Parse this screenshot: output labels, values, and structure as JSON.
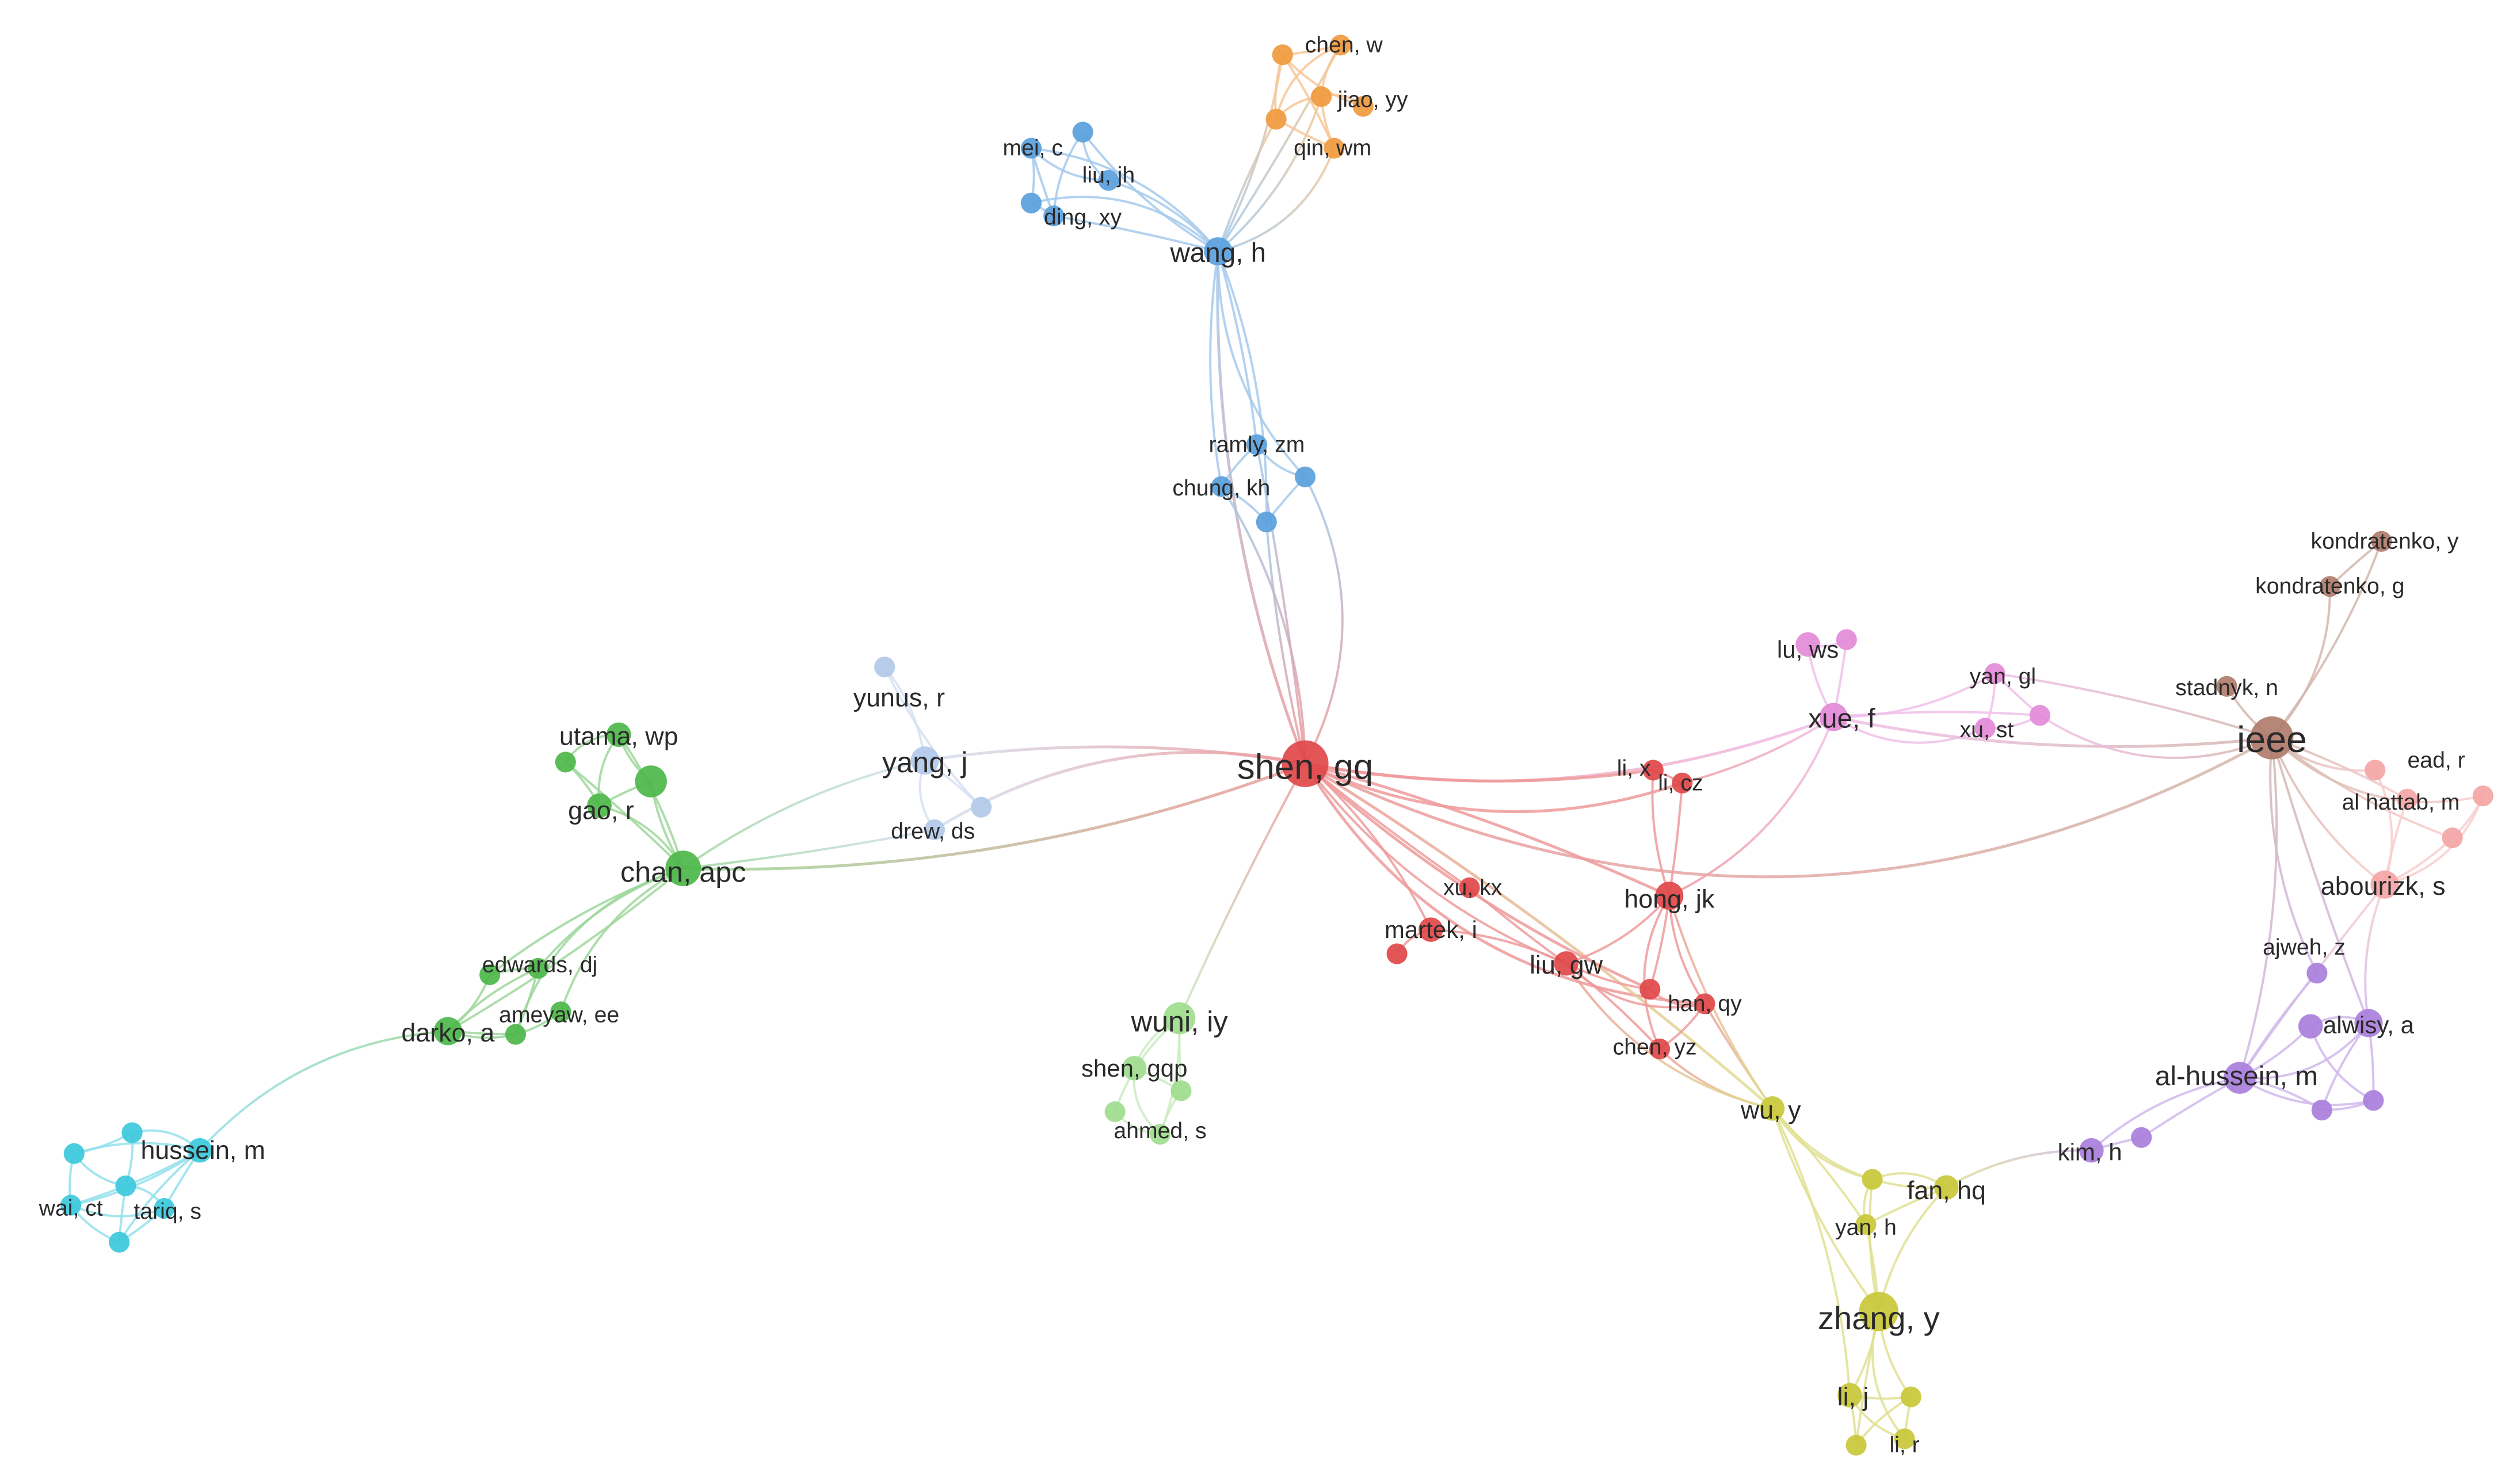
{
  "clusters": {
    "red": "#e0484a",
    "green": "#4db74a",
    "blue": "#5a9fdc",
    "yellow": "#c9c83a",
    "purple": "#a97fdc",
    "cyan": "#3cc9dc",
    "orange": "#f09a3e",
    "brown": "#b07c6c",
    "pink": "#e38ad8",
    "lightblue": "#b2c9e8",
    "lightgreen": "#9fdc8e",
    "salmon": "#f4a5a5"
  },
  "nodes": [
    {
      "id": "shen_gq",
      "label": "shen, gq",
      "cluster": "red",
      "weight": 10
    },
    {
      "id": "martek_i",
      "label": "martek, i",
      "cluster": "red",
      "weight": 4
    },
    {
      "id": "xu_kx",
      "label": "xu, kx",
      "cluster": "red",
      "weight": 3
    },
    {
      "id": "red_dot1",
      "label": "",
      "cluster": "red",
      "weight": 3
    },
    {
      "id": "liu_gw",
      "label": "liu, gw",
      "cluster": "red",
      "weight": 4
    },
    {
      "id": "hong_jk",
      "label": "hong, jk",
      "cluster": "red",
      "weight": 5
    },
    {
      "id": "li_x",
      "label": "li, x",
      "cluster": "red",
      "weight": 3
    },
    {
      "id": "li_cz",
      "label": "li, cz",
      "cluster": "red",
      "weight": 3
    },
    {
      "id": "han_qy",
      "label": "han, qy",
      "cluster": "red",
      "weight": 3
    },
    {
      "id": "chen_yz",
      "label": "chen, yz",
      "cluster": "red",
      "weight": 3
    },
    {
      "id": "red_dot2",
      "label": "",
      "cluster": "red",
      "weight": 3
    },
    {
      "id": "wang_h",
      "label": "wang, h",
      "cluster": "blue",
      "weight": 5
    },
    {
      "id": "mei_c",
      "label": "mei, c",
      "cluster": "blue",
      "weight": 3
    },
    {
      "id": "liu_jh",
      "label": "liu, jh",
      "cluster": "blue",
      "weight": 3
    },
    {
      "id": "ding_xy",
      "label": "ding, xy",
      "cluster": "blue",
      "weight": 3
    },
    {
      "id": "blue_dot1",
      "label": "",
      "cluster": "blue",
      "weight": 3
    },
    {
      "id": "blue_dot2",
      "label": "",
      "cluster": "blue",
      "weight": 3
    },
    {
      "id": "ramly_zm",
      "label": "ramly, zm",
      "cluster": "blue",
      "weight": 3
    },
    {
      "id": "chung_kh",
      "label": "chung, kh",
      "cluster": "blue",
      "weight": 3
    },
    {
      "id": "blue_dot3",
      "label": "",
      "cluster": "blue",
      "weight": 3
    },
    {
      "id": "blue_dot4",
      "label": "",
      "cluster": "blue",
      "weight": 3
    },
    {
      "id": "chen_w",
      "label": "chen, w",
      "cluster": "orange",
      "weight": 3
    },
    {
      "id": "jiao_yy",
      "label": "jiao, yy",
      "cluster": "orange",
      "weight": 3
    },
    {
      "id": "qin_wm",
      "label": "qin, wm",
      "cluster": "orange",
      "weight": 3
    },
    {
      "id": "orange_dot1",
      "label": "",
      "cluster": "orange",
      "weight": 3
    },
    {
      "id": "orange_dot2",
      "label": "",
      "cluster": "orange",
      "weight": 3
    },
    {
      "id": "orange_dot3",
      "label": "",
      "cluster": "orange",
      "weight": 3
    },
    {
      "id": "chan_apc",
      "label": "chan, apc",
      "cluster": "green",
      "weight": 7
    },
    {
      "id": "utama_wp",
      "label": "utama, wp",
      "cluster": "green",
      "weight": 4
    },
    {
      "id": "gao_r",
      "label": "gao, r",
      "cluster": "green",
      "weight": 4
    },
    {
      "id": "green_big",
      "label": "",
      "cluster": "green",
      "weight": 6
    },
    {
      "id": "green_dot1",
      "label": "",
      "cluster": "green",
      "weight": 3
    },
    {
      "id": "edwards_dj",
      "label": "edwards, dj",
      "cluster": "green",
      "weight": 3
    },
    {
      "id": "ameyaw_ee",
      "label": "ameyaw, ee",
      "cluster": "green",
      "weight": 3
    },
    {
      "id": "darko_a",
      "label": "darko, a",
      "cluster": "green",
      "weight": 5
    },
    {
      "id": "green_dot2",
      "label": "",
      "cluster": "green",
      "weight": 3
    },
    {
      "id": "green_dot3",
      "label": "",
      "cluster": "green",
      "weight": 3
    },
    {
      "id": "yang_j",
      "label": "yang, j",
      "cluster": "lightblue",
      "weight": 5
    },
    {
      "id": "yunus_r",
      "label": "yunus, r",
      "cluster": "lightblue",
      "weight": 3
    },
    {
      "id": "drew_ds",
      "label": "drew, ds",
      "cluster": "lightblue",
      "weight": 3
    },
    {
      "id": "lb_dot1",
      "label": "",
      "cluster": "lightblue",
      "weight": 3
    },
    {
      "id": "wuni_iy",
      "label": "wuni, iy",
      "cluster": "lightgreen",
      "weight": 6
    },
    {
      "id": "shen_gqp",
      "label": "shen, gqp",
      "cluster": "lightgreen",
      "weight": 4
    },
    {
      "id": "ahmed_s",
      "label": "ahmed, s",
      "cluster": "lightgreen",
      "weight": 3
    },
    {
      "id": "lg_dot1",
      "label": "",
      "cluster": "lightgreen",
      "weight": 3
    },
    {
      "id": "lg_dot2",
      "label": "",
      "cluster": "lightgreen",
      "weight": 3
    },
    {
      "id": "hussein_m",
      "label": "hussein, m",
      "cluster": "cyan",
      "weight": 4
    },
    {
      "id": "wai_ct",
      "label": "wai, ct",
      "cluster": "cyan",
      "weight": 3
    },
    {
      "id": "tariq_s",
      "label": "tariq, s",
      "cluster": "cyan",
      "weight": 3
    },
    {
      "id": "cyan_dot1",
      "label": "",
      "cluster": "cyan",
      "weight": 3
    },
    {
      "id": "cyan_dot2",
      "label": "",
      "cluster": "cyan",
      "weight": 3
    },
    {
      "id": "cyan_dot3",
      "label": "",
      "cluster": "cyan",
      "weight": 3
    },
    {
      "id": "cyan_dot4",
      "label": "",
      "cluster": "cyan",
      "weight": 3
    },
    {
      "id": "xue_f",
      "label": "xue, f",
      "cluster": "pink",
      "weight": 5
    },
    {
      "id": "lu_ws",
      "label": "lu, ws",
      "cluster": "pink",
      "weight": 4
    },
    {
      "id": "yan_gl",
      "label": "yan, gl",
      "cluster": "pink",
      "weight": 3
    },
    {
      "id": "xu_st",
      "label": "xu, st",
      "cluster": "pink",
      "weight": 3
    },
    {
      "id": "pink_dot1",
      "label": "",
      "cluster": "pink",
      "weight": 3
    },
    {
      "id": "pink_dot2",
      "label": "",
      "cluster": "pink",
      "weight": 3
    },
    {
      "id": "ieee",
      "label": "ieee",
      "cluster": "brown",
      "weight": 9
    },
    {
      "id": "kondratenko_y",
      "label": "kondratenko, y",
      "cluster": "brown",
      "weight": 3
    },
    {
      "id": "kondratenko_g",
      "label": "kondratenko, g",
      "cluster": "brown",
      "weight": 3
    },
    {
      "id": "stadnyk_n",
      "label": "stadnyk, n",
      "cluster": "brown",
      "weight": 3
    },
    {
      "id": "abourizk_s",
      "label": "abourizk, s",
      "cluster": "salmon",
      "weight": 5
    },
    {
      "id": "ead_r",
      "label": "ead, r",
      "cluster": "salmon",
      "weight": 3
    },
    {
      "id": "al_hattab_m",
      "label": "al hattab, m",
      "cluster": "salmon",
      "weight": 3
    },
    {
      "id": "salmon_dot1",
      "label": "",
      "cluster": "salmon",
      "weight": 3
    },
    {
      "id": "salmon_dot2",
      "label": "",
      "cluster": "salmon",
      "weight": 3
    },
    {
      "id": "al_hussein_m",
      "label": "al-hussein, m",
      "cluster": "purple",
      "weight": 6
    },
    {
      "id": "alwisy_a",
      "label": "alwisy, a",
      "cluster": "purple",
      "weight": 5
    },
    {
      "id": "ajweh_z",
      "label": "ajweh, z",
      "cluster": "purple",
      "weight": 3
    },
    {
      "id": "kim_h",
      "label": "kim, h",
      "cluster": "purple",
      "weight": 4
    },
    {
      "id": "purple_dot1",
      "label": "",
      "cluster": "purple",
      "weight": 4
    },
    {
      "id": "purple_dot2",
      "label": "",
      "cluster": "purple",
      "weight": 3
    },
    {
      "id": "purple_dot3",
      "label": "",
      "cluster": "purple",
      "weight": 3
    },
    {
      "id": "purple_dot4",
      "label": "",
      "cluster": "purple",
      "weight": 3
    },
    {
      "id": "wu_y",
      "label": "wu, y",
      "cluster": "yellow",
      "weight": 4
    },
    {
      "id": "fan_hq",
      "label": "fan, hq",
      "cluster": "yellow",
      "weight": 4
    },
    {
      "id": "yan_h",
      "label": "yan, h",
      "cluster": "yellow",
      "weight": 3
    },
    {
      "id": "zhang_y",
      "label": "zhang, y",
      "cluster": "yellow",
      "weight": 8
    },
    {
      "id": "li_j",
      "label": "li, j",
      "cluster": "yellow",
      "weight": 4
    },
    {
      "id": "li_r",
      "label": "li, r",
      "cluster": "yellow",
      "weight": 3
    },
    {
      "id": "yellow_dot1",
      "label": "",
      "cluster": "yellow",
      "weight": 3
    },
    {
      "id": "yellow_dot2",
      "label": "",
      "cluster": "yellow",
      "weight": 3
    },
    {
      "id": "yellow_dot3",
      "label": "",
      "cluster": "yellow",
      "weight": 3
    }
  ],
  "edges": [
    [
      "shen_gq",
      "wang_h"
    ],
    [
      "shen_gq",
      "ramly_zm"
    ],
    [
      "shen_gq",
      "chung_kh"
    ],
    [
      "shen_gq",
      "blue_dot3"
    ],
    [
      "shen_gq",
      "blue_dot4"
    ],
    [
      "shen_gq",
      "yang_j"
    ],
    [
      "shen_gq",
      "drew_ds"
    ],
    [
      "shen_gq",
      "chan_apc"
    ],
    [
      "shen_gq",
      "wuni_iy"
    ],
    [
      "shen_gq",
      "xue_f"
    ],
    [
      "shen_gq",
      "ieee"
    ],
    [
      "shen_gq",
      "hong_jk"
    ],
    [
      "shen_gq",
      "li_x"
    ],
    [
      "shen_gq",
      "li_cz"
    ],
    [
      "shen_gq",
      "martek_i"
    ],
    [
      "shen_gq",
      "xu_kx"
    ],
    [
      "shen_gq",
      "liu_gw"
    ],
    [
      "shen_gq",
      "han_qy"
    ],
    [
      "shen_gq",
      "wu_y"
    ],
    [
      "shen_gq",
      "red_dot2"
    ],
    [
      "martek_i",
      "red_dot1"
    ],
    [
      "martek_i",
      "liu_gw"
    ],
    [
      "xu_kx",
      "liu_gw"
    ],
    [
      "liu_gw",
      "hong_jk"
    ],
    [
      "liu_gw",
      "han_qy"
    ],
    [
      "liu_gw",
      "chen_yz"
    ],
    [
      "liu_gw",
      "red_dot2"
    ],
    [
      "liu_gw",
      "wu_y"
    ],
    [
      "hong_jk",
      "li_x"
    ],
    [
      "hong_jk",
      "li_cz"
    ],
    [
      "hong_jk",
      "han_qy"
    ],
    [
      "hong_jk",
      "chen_yz"
    ],
    [
      "hong_jk",
      "red_dot2"
    ],
    [
      "hong_jk",
      "wu_y"
    ],
    [
      "hong_jk",
      "xue_f"
    ],
    [
      "han_qy",
      "chen_yz"
    ],
    [
      "han_qy",
      "wu_y"
    ],
    [
      "chen_yz",
      "wu_y"
    ],
    [
      "red_dot2",
      "han_qy"
    ],
    [
      "li_x",
      "li_cz"
    ],
    [
      "li_cz",
      "xue_f"
    ],
    [
      "wang_h",
      "mei_c"
    ],
    [
      "wang_h",
      "liu_jh"
    ],
    [
      "wang_h",
      "ding_xy"
    ],
    [
      "wang_h",
      "blue_dot1"
    ],
    [
      "wang_h",
      "blue_dot2"
    ],
    [
      "wang_h",
      "ramly_zm"
    ],
    [
      "wang_h",
      "chung_kh"
    ],
    [
      "wang_h",
      "blue_dot3"
    ],
    [
      "wang_h",
      "blue_dot4"
    ],
    [
      "wang_h",
      "chen_w"
    ],
    [
      "wang_h",
      "jiao_yy"
    ],
    [
      "wang_h",
      "qin_wm"
    ],
    [
      "wang_h",
      "orange_dot1"
    ],
    [
      "wang_h",
      "orange_dot2"
    ],
    [
      "mei_c",
      "blue_dot1"
    ],
    [
      "mei_c",
      "blue_dot2"
    ],
    [
      "mei_c",
      "ding_xy"
    ],
    [
      "liu_jh",
      "ding_xy"
    ],
    [
      "liu_jh",
      "blue_dot1"
    ],
    [
      "blue_dot2",
      "ding_xy"
    ],
    [
      "ramly_zm",
      "chung_kh"
    ],
    [
      "ramly_zm",
      "blue_dot3"
    ],
    [
      "chung_kh",
      "blue_dot4"
    ],
    [
      "blue_dot3",
      "blue_dot4"
    ],
    [
      "chen_w",
      "jiao_yy"
    ],
    [
      "chen_w",
      "orange_dot1"
    ],
    [
      "chen_w",
      "orange_dot2"
    ],
    [
      "jiao_yy",
      "qin_wm"
    ],
    [
      "jiao_yy",
      "orange_dot1"
    ],
    [
      "orange_dot1",
      "orange_dot2"
    ],
    [
      "orange_dot1",
      "qin_wm"
    ],
    [
      "orange_dot2",
      "orange_dot3"
    ],
    [
      "orange_dot3",
      "jiao_yy"
    ],
    [
      "orange_dot2",
      "qin_wm"
    ],
    [
      "chan_apc",
      "utama_wp"
    ],
    [
      "chan_apc",
      "gao_r"
    ],
    [
      "chan_apc",
      "green_big"
    ],
    [
      "chan_apc",
      "green_dot1"
    ],
    [
      "chan_apc",
      "edwards_dj"
    ],
    [
      "chan_apc",
      "ameyaw_ee"
    ],
    [
      "chan_apc",
      "darko_a"
    ],
    [
      "chan_apc",
      "green_dot2"
    ],
    [
      "chan_apc",
      "green_dot3"
    ],
    [
      "chan_apc",
      "yang_j"
    ],
    [
      "chan_apc",
      "drew_ds"
    ],
    [
      "utama_wp",
      "green_big"
    ],
    [
      "utama_wp",
      "green_dot1"
    ],
    [
      "gao_r",
      "green_big"
    ],
    [
      "gao_r",
      "green_dot1"
    ],
    [
      "utama_wp",
      "gao_r"
    ],
    [
      "darko_a",
      "edwards_dj"
    ],
    [
      "darko_a",
      "ameyaw_ee"
    ],
    [
      "darko_a",
      "green_dot2"
    ],
    [
      "darko_a",
      "green_dot3"
    ],
    [
      "edwards_dj",
      "ameyaw_ee"
    ],
    [
      "edwards_dj",
      "green_dot2"
    ],
    [
      "darko_a",
      "hussein_m"
    ],
    [
      "hussein_m",
      "wai_ct"
    ],
    [
      "hussein_m",
      "tariq_s"
    ],
    [
      "hussein_m",
      "cyan_dot1"
    ],
    [
      "hussein_m",
      "cyan_dot2"
    ],
    [
      "hussein_m",
      "cyan_dot3"
    ],
    [
      "hussein_m",
      "cyan_dot4"
    ],
    [
      "wai_ct",
      "tariq_s"
    ],
    [
      "wai_ct",
      "cyan_dot1"
    ],
    [
      "wai_ct",
      "cyan_dot3"
    ],
    [
      "wai_ct",
      "cyan_dot4"
    ],
    [
      "tariq_s",
      "cyan_dot3"
    ],
    [
      "tariq_s",
      "cyan_dot4"
    ],
    [
      "cyan_dot1",
      "cyan_dot2"
    ],
    [
      "cyan_dot1",
      "cyan_dot3"
    ],
    [
      "cyan_dot2",
      "cyan_dot3"
    ],
    [
      "cyan_dot3",
      "cyan_dot4"
    ],
    [
      "yang_j",
      "yunus_r"
    ],
    [
      "yang_j",
      "drew_ds"
    ],
    [
      "yang_j",
      "lb_dot1"
    ],
    [
      "yunus_r",
      "lb_dot1"
    ],
    [
      "wuni_iy",
      "shen_gqp"
    ],
    [
      "wuni_iy",
      "ahmed_s"
    ],
    [
      "wuni_iy",
      "lg_dot1"
    ],
    [
      "wuni_iy",
      "lg_dot2"
    ],
    [
      "shen_gqp",
      "ahmed_s"
    ],
    [
      "shen_gqp",
      "lg_dot1"
    ],
    [
      "lg_dot1",
      "ahmed_s"
    ],
    [
      "lg_dot2",
      "ahmed_s"
    ],
    [
      "xue_f",
      "lu_ws"
    ],
    [
      "xue_f",
      "pink_dot1"
    ],
    [
      "xue_f",
      "yan_gl"
    ],
    [
      "xue_f",
      "xu_st"
    ],
    [
      "xue_f",
      "pink_dot2"
    ],
    [
      "xue_f",
      "ieee"
    ],
    [
      "lu_ws",
      "pink_dot1"
    ],
    [
      "yan_gl",
      "xu_st"
    ],
    [
      "yan_gl",
      "pink_dot2"
    ],
    [
      "xu_st",
      "pink_dot2"
    ],
    [
      "pink_dot2",
      "ieee"
    ],
    [
      "yan_gl",
      "ieee"
    ],
    [
      "ieee",
      "kondratenko_y"
    ],
    [
      "ieee",
      "kondratenko_g"
    ],
    [
      "ieee",
      "stadnyk_n"
    ],
    [
      "kondratenko_y",
      "kondratenko_g"
    ],
    [
      "ieee",
      "abourizk_s"
    ],
    [
      "ieee",
      "ead_r"
    ],
    [
      "ieee",
      "al_hattab_m"
    ],
    [
      "ieee",
      "salmon_dot1"
    ],
    [
      "ieee",
      "salmon_dot2"
    ],
    [
      "ieee",
      "al_hussein_m"
    ],
    [
      "ieee",
      "alwisy_a"
    ],
    [
      "ieee",
      "ajweh_z"
    ],
    [
      "abourizk_s",
      "ead_r"
    ],
    [
      "abourizk_s",
      "al_hattab_m"
    ],
    [
      "abourizk_s",
      "salmon_dot1"
    ],
    [
      "abourizk_s",
      "salmon_dot2"
    ],
    [
      "ead_r",
      "salmon_dot1"
    ],
    [
      "abourizk_s",
      "al_hussein_m"
    ],
    [
      "abourizk_s",
      "alwisy_a"
    ],
    [
      "al_hussein_m",
      "alwisy_a"
    ],
    [
      "al_hussein_m",
      "ajweh_z"
    ],
    [
      "al_hussein_m",
      "purple_dot1"
    ],
    [
      "al_hussein_m",
      "purple_dot2"
    ],
    [
      "al_hussein_m",
      "purple_dot3"
    ],
    [
      "al_hussein_m",
      "purple_dot4"
    ],
    [
      "al_hussein_m",
      "kim_h"
    ],
    [
      "alwisy_a",
      "purple_dot1"
    ],
    [
      "alwisy_a",
      "purple_dot2"
    ],
    [
      "alwisy_a",
      "purple_dot3"
    ],
    [
      "purple_dot1",
      "purple_dot2"
    ],
    [
      "purple_dot2",
      "purple_dot3"
    ],
    [
      "purple_dot4",
      "kim_h"
    ],
    [
      "kim_h",
      "fan_hq"
    ],
    [
      "wu_y",
      "fan_hq"
    ],
    [
      "wu_y",
      "yan_h"
    ],
    [
      "wu_y",
      "zhang_y"
    ],
    [
      "wu_y",
      "yellow_dot1"
    ],
    [
      "wu_y",
      "li_j"
    ],
    [
      "fan_hq",
      "yan_h"
    ],
    [
      "fan_hq",
      "zhang_y"
    ],
    [
      "fan_hq",
      "yellow_dot1"
    ],
    [
      "yan_h",
      "zhang_y"
    ],
    [
      "yellow_dot1",
      "zhang_y"
    ],
    [
      "yellow_dot1",
      "yan_h"
    ],
    [
      "zhang_y",
      "li_j"
    ],
    [
      "zhang_y",
      "li_r"
    ],
    [
      "zhang_y",
      "yellow_dot2"
    ],
    [
      "zhang_y",
      "yellow_dot3"
    ],
    [
      "li_j",
      "li_r"
    ],
    [
      "li_j",
      "yellow_dot2"
    ],
    [
      "li_j",
      "yellow_dot3"
    ],
    [
      "li_r",
      "yellow_dot2"
    ],
    [
      "yellow_dot2",
      "yellow_dot3"
    ]
  ]
}
